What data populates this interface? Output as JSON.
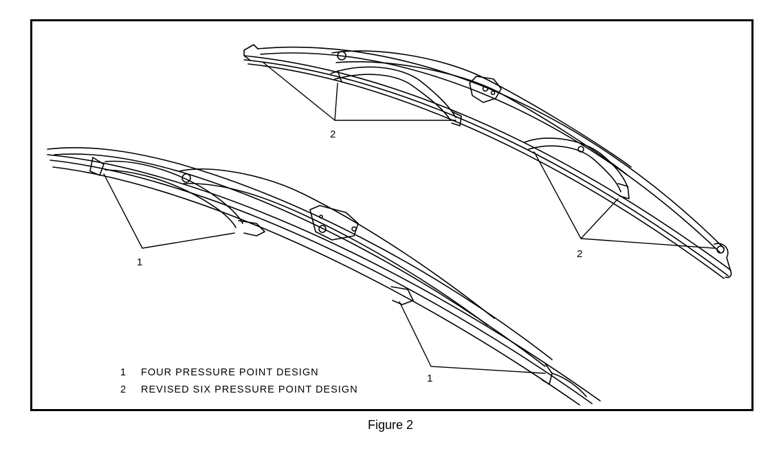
{
  "figure": {
    "caption": "Figure 2",
    "callouts": {
      "upper_left": "2",
      "upper_right": "2",
      "lower_left": "1",
      "lower_right": "1"
    },
    "legend": [
      {
        "number": "1",
        "text": "FOUR PRESSURE POINT DESIGN"
      },
      {
        "number": "2",
        "text": "REVISED SIX PRESSURE POINT DESIGN"
      }
    ]
  }
}
